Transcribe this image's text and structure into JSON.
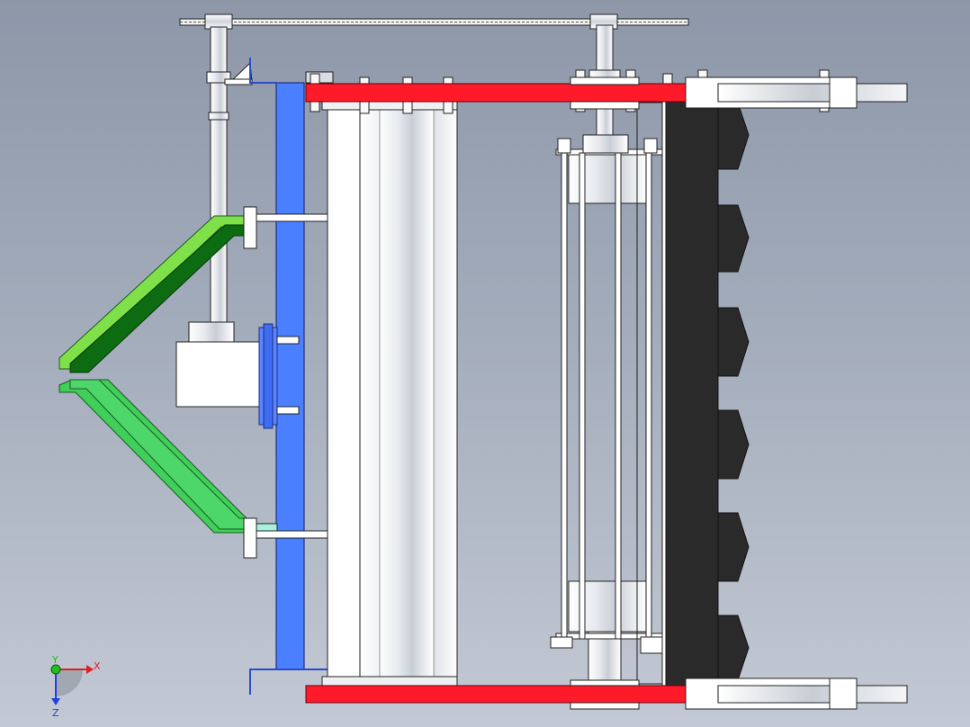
{
  "viewport": {
    "background_top": "#8d97a8",
    "background_bottom": "#c3c9d4"
  },
  "colors": {
    "frame_rail": "#ff1a2a",
    "mount_plate": "#4a7fff",
    "hitch_dark": "#0d6b12",
    "hitch_light": "#7fe04a",
    "hitch_mid": "#3fcf5a",
    "hitch_cyan": "#a8f0e0",
    "blade_drum": "#2a2a2a",
    "steel": "#f4f6f8"
  },
  "triad": {
    "x_label": "X",
    "y_label": "Y",
    "z_label": "Z",
    "x_color": "#e02020",
    "y_color": "#20c020",
    "z_color": "#2040e0"
  }
}
